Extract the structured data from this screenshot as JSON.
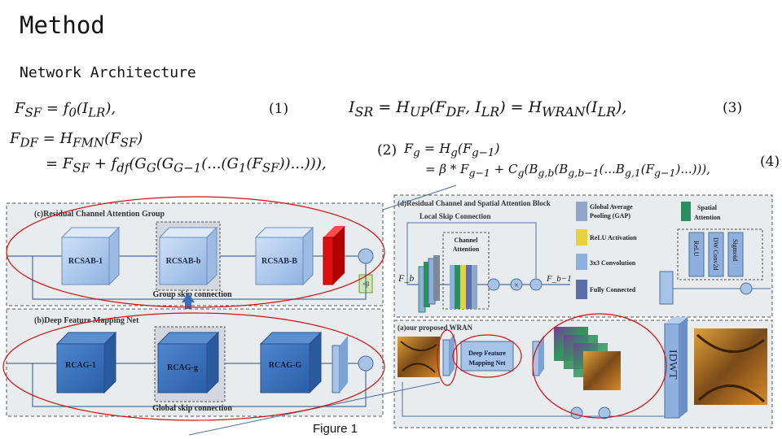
{
  "slide": {
    "title": "Method",
    "subtitle": "Network Architecture",
    "caption": "Figure 1"
  },
  "equations": {
    "eq1": {
      "text": "F_SF = f_0(I_LR),",
      "num": "(1)"
    },
    "eq2a": {
      "text": "F_DF = H_FMN(F_SF)"
    },
    "eq2b": {
      "text": "= F_SF + f_df(G_G(G_G−1(...(G_1(F_SF))...))),",
      "num": "(2)"
    },
    "eq3": {
      "text": "I_SR = H_UP(F_DF, I_LR) = H_WRAN(I_LR),",
      "num": "(3)"
    },
    "eq4a": {
      "text": "F_g = H_g(F_g−1)"
    },
    "eq4b": {
      "text": "= β * F_g−1 + C_g(B_g,b(B_g,b−1(...B_g,1(F_g−1)...))),",
      "num": "(4)"
    }
  },
  "figure": {
    "panel_c": {
      "title": "(c)Residual Channel Attention Group",
      "blocks": [
        "RCSAB-1",
        "RCSAB-b",
        "RCSAB-B"
      ],
      "skip": "Group skip connection",
      "beta": "×β"
    },
    "panel_b": {
      "title": "(b)Deep Feature Mapping Net",
      "blocks": [
        "RCAG-1",
        "RCAG-g",
        "RCAG-G"
      ],
      "skip": "Global skip connection"
    },
    "panel_d": {
      "title": "(d)Residual Channel and Spatial Attention Block",
      "local_skip": "Local Skip Connection",
      "channel_attention": "Channel Attention",
      "fb": "F_b",
      "fb1": "F_b−1",
      "legend": [
        {
          "label": "Global Average Pooling (GAP)",
          "color": "#8fa6c8"
        },
        {
          "label": "ReLU Activation",
          "color": "#e8d23a"
        },
        {
          "label": "3x3 Convolution",
          "color": "#8fb0de"
        },
        {
          "label": "Fully Connected",
          "color": "#5c6fa8"
        }
      ],
      "spatial": "Spatial Attention",
      "spatial_color": "#2e8f5e",
      "spatial_layers": [
        "ReLU",
        "DW Conv2d",
        "Sigmoid"
      ]
    },
    "panel_a": {
      "title": "(a)our proposed WRAN",
      "dfmn": "Deep Feature Mapping Net",
      "idwt": "IDWT"
    }
  }
}
